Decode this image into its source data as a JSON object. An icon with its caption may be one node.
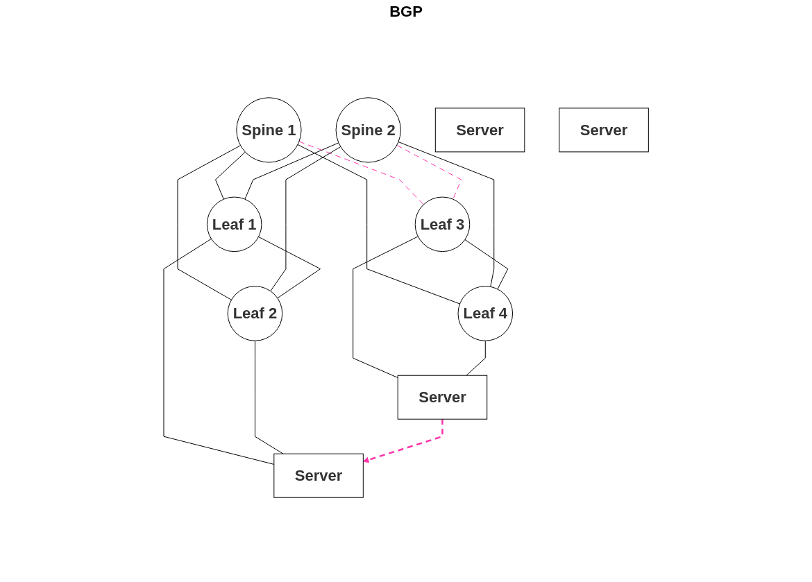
{
  "diagram": {
    "nodes": [
      {
        "text": [
          "Spine 1"
        ]
      },
      {
        "text": [
          "Spine 2"
        ]
      },
      {
        "text": [
          "Leaf 3"
        ]
      },
      {
        "text": [
          "Leaf 4"
        ]
      },
      {
        "text": [
          "Leaf 1"
        ]
      },
      {
        "text": [
          "Leaf 2"
        ]
      },
      {
        "text": [
          "Server"
        ]
      },
      {
        "text": [
          "Server"
        ]
      },
      {
        "text": [
          "Server"
        ]
      },
      {
        "text": [
          "Server"
        ]
      }
    ],
    "edges": [
      {
        "from": 0,
        "to": 2,
        "arrow": "none",
        "style": "dashed",
        "color": "#ff33aa"
      },
      {
        "from": 0,
        "to": 3,
        "arrow": "none"
      },
      {
        "from": 0,
        "to": 4,
        "arrow": "none"
      },
      {
        "from": 0,
        "to": 5,
        "arrow": "none"
      },
      {
        "from": 1,
        "to": 2,
        "arrow": "none",
        "style": "dashed",
        "color": "#ff33aa"
      },
      {
        "from": 1,
        "to": 3,
        "arrow": "none"
      },
      {
        "from": 1,
        "to": 4,
        "arrow": "none"
      },
      {
        "from": 1,
        "to": 5,
        "arrow": "none"
      },
      {
        "from": 2,
        "to": 3,
        "arrow": "none"
      },
      {
        "from": 4,
        "to": 5,
        "arrow": "none"
      },
      {
        "from": 2,
        "to": 6,
        "arrow": "none"
      },
      {
        "from": 3,
        "to": 6,
        "arrow": "none"
      },
      {
        "from": 4,
        "to": 7,
        "arrow": "none"
      },
      {
        "from": 5,
        "to": 7,
        "arrow": "none"
      },
      {
        "from": 6,
        "to": 7,
        "arrow": "to",
        "style": "dashed",
        "color": "#ff33aa"
      }
    ],
    "labels": [
      "BGP"
    ]
  }
}
